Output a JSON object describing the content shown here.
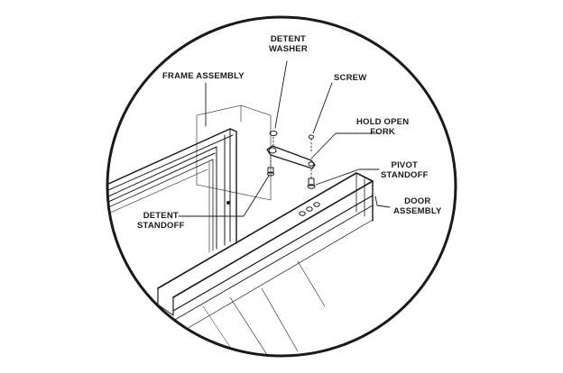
{
  "labels": {
    "detent_washer": [
      "DETENT",
      "WASHER"
    ],
    "frame_assembly": "FRAME ASSEMBLY",
    "screw": "SCREW",
    "hold_open_fork": [
      "HOLD OPEN",
      "FORK"
    ],
    "pivot_standoff": [
      "PIVOT",
      "STANDOFF"
    ],
    "door_assembly": [
      "DOOR",
      "ASSEMBLY"
    ],
    "detent_standoff": [
      "DETENT",
      "STANDOFF"
    ]
  },
  "colors": {
    "stroke": "#1a1a1a",
    "background": "#ffffff"
  }
}
